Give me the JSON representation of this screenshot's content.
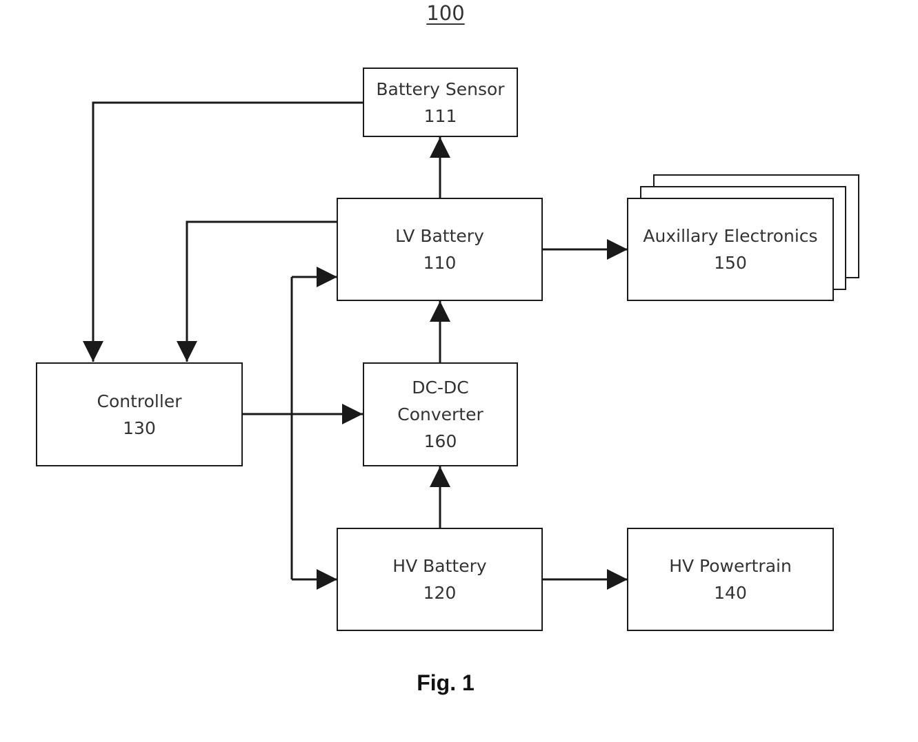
{
  "figure": {
    "number": "100",
    "caption": "Fig. 1"
  },
  "blocks": {
    "battery_sensor": {
      "label": "Battery Sensor",
      "ref": "111"
    },
    "lv_battery": {
      "label": "LV Battery",
      "ref": "110"
    },
    "auxiliary_electronics": {
      "label": "Auxillary Electronics",
      "ref": "150"
    },
    "controller": {
      "label": "Controller",
      "ref": "130"
    },
    "dcdc_converter": {
      "label_line1": "DC-DC",
      "label_line2": "Converter",
      "ref": "160"
    },
    "hv_battery": {
      "label": "HV Battery",
      "ref": "120"
    },
    "hv_powertrain": {
      "label": "HV Powertrain",
      "ref": "140"
    }
  },
  "connections": [
    {
      "from": "Battery Sensor 111",
      "to": "Controller 130"
    },
    {
      "from": "LV Battery 110",
      "to": "Controller 130"
    },
    {
      "from": "LV Battery 110",
      "to": "Battery Sensor 111"
    },
    {
      "from": "LV Battery 110",
      "to": "Auxillary Electronics 150"
    },
    {
      "from": "DC-DC Converter 160",
      "to": "LV Battery 110"
    },
    {
      "from": "Controller 130",
      "to": "DC-DC Converter 160"
    },
    {
      "from": "Controller 130",
      "to": "LV Battery 110"
    },
    {
      "from": "Controller 130",
      "to": "HV Battery 120"
    },
    {
      "from": "HV Battery 120",
      "to": "DC-DC Converter 160"
    },
    {
      "from": "HV Battery 120",
      "to": "HV Powertrain 140"
    }
  ],
  "colors": {
    "line": "#1a1a1a",
    "text": "#333333",
    "background": "#ffffff"
  }
}
